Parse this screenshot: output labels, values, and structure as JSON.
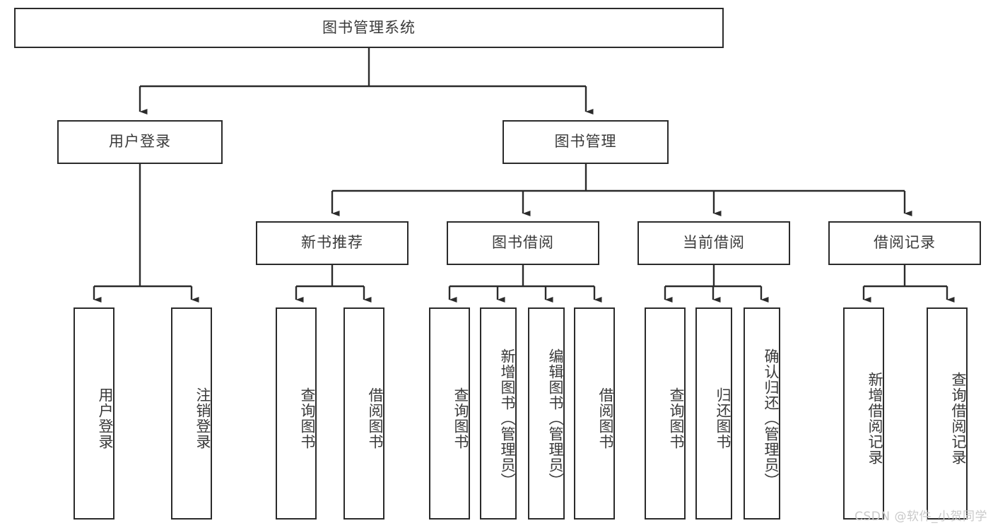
{
  "diagram": {
    "title": "图书管理系统",
    "watermark": "CSDN @软件_小贺同学",
    "colors": {
      "stroke": "#2b2b2b",
      "text": "#3a3a3a",
      "background": "#ffffff",
      "watermark": "#c9c9c9"
    },
    "root": {
      "label": "图书管理系统"
    },
    "level2": [
      {
        "label": "用户登录"
      },
      {
        "label": "图书管理"
      }
    ],
    "level3": [
      {
        "label": "新书推荐"
      },
      {
        "label": "图书借阅"
      },
      {
        "label": "当前借阅"
      },
      {
        "label": "借阅记录"
      }
    ],
    "leaves": {
      "user_login": [
        {
          "label": "用户登录"
        },
        {
          "label": "注销登录"
        }
      ],
      "new_book": [
        {
          "label": "查询图书"
        },
        {
          "label": "借阅图书"
        }
      ],
      "book_borrow": [
        {
          "label": "查询图书"
        },
        {
          "label": "新增图书（管理员）"
        },
        {
          "label": "编辑图书（管理员）"
        },
        {
          "label": "借阅图书"
        }
      ],
      "current_borrow": [
        {
          "label": "查询图书"
        },
        {
          "label": "归还图书"
        },
        {
          "label": "确认归还（管理员）"
        }
      ],
      "borrow_record": [
        {
          "label": "新增借阅记录"
        },
        {
          "label": "查询借阅记录"
        }
      ]
    }
  }
}
